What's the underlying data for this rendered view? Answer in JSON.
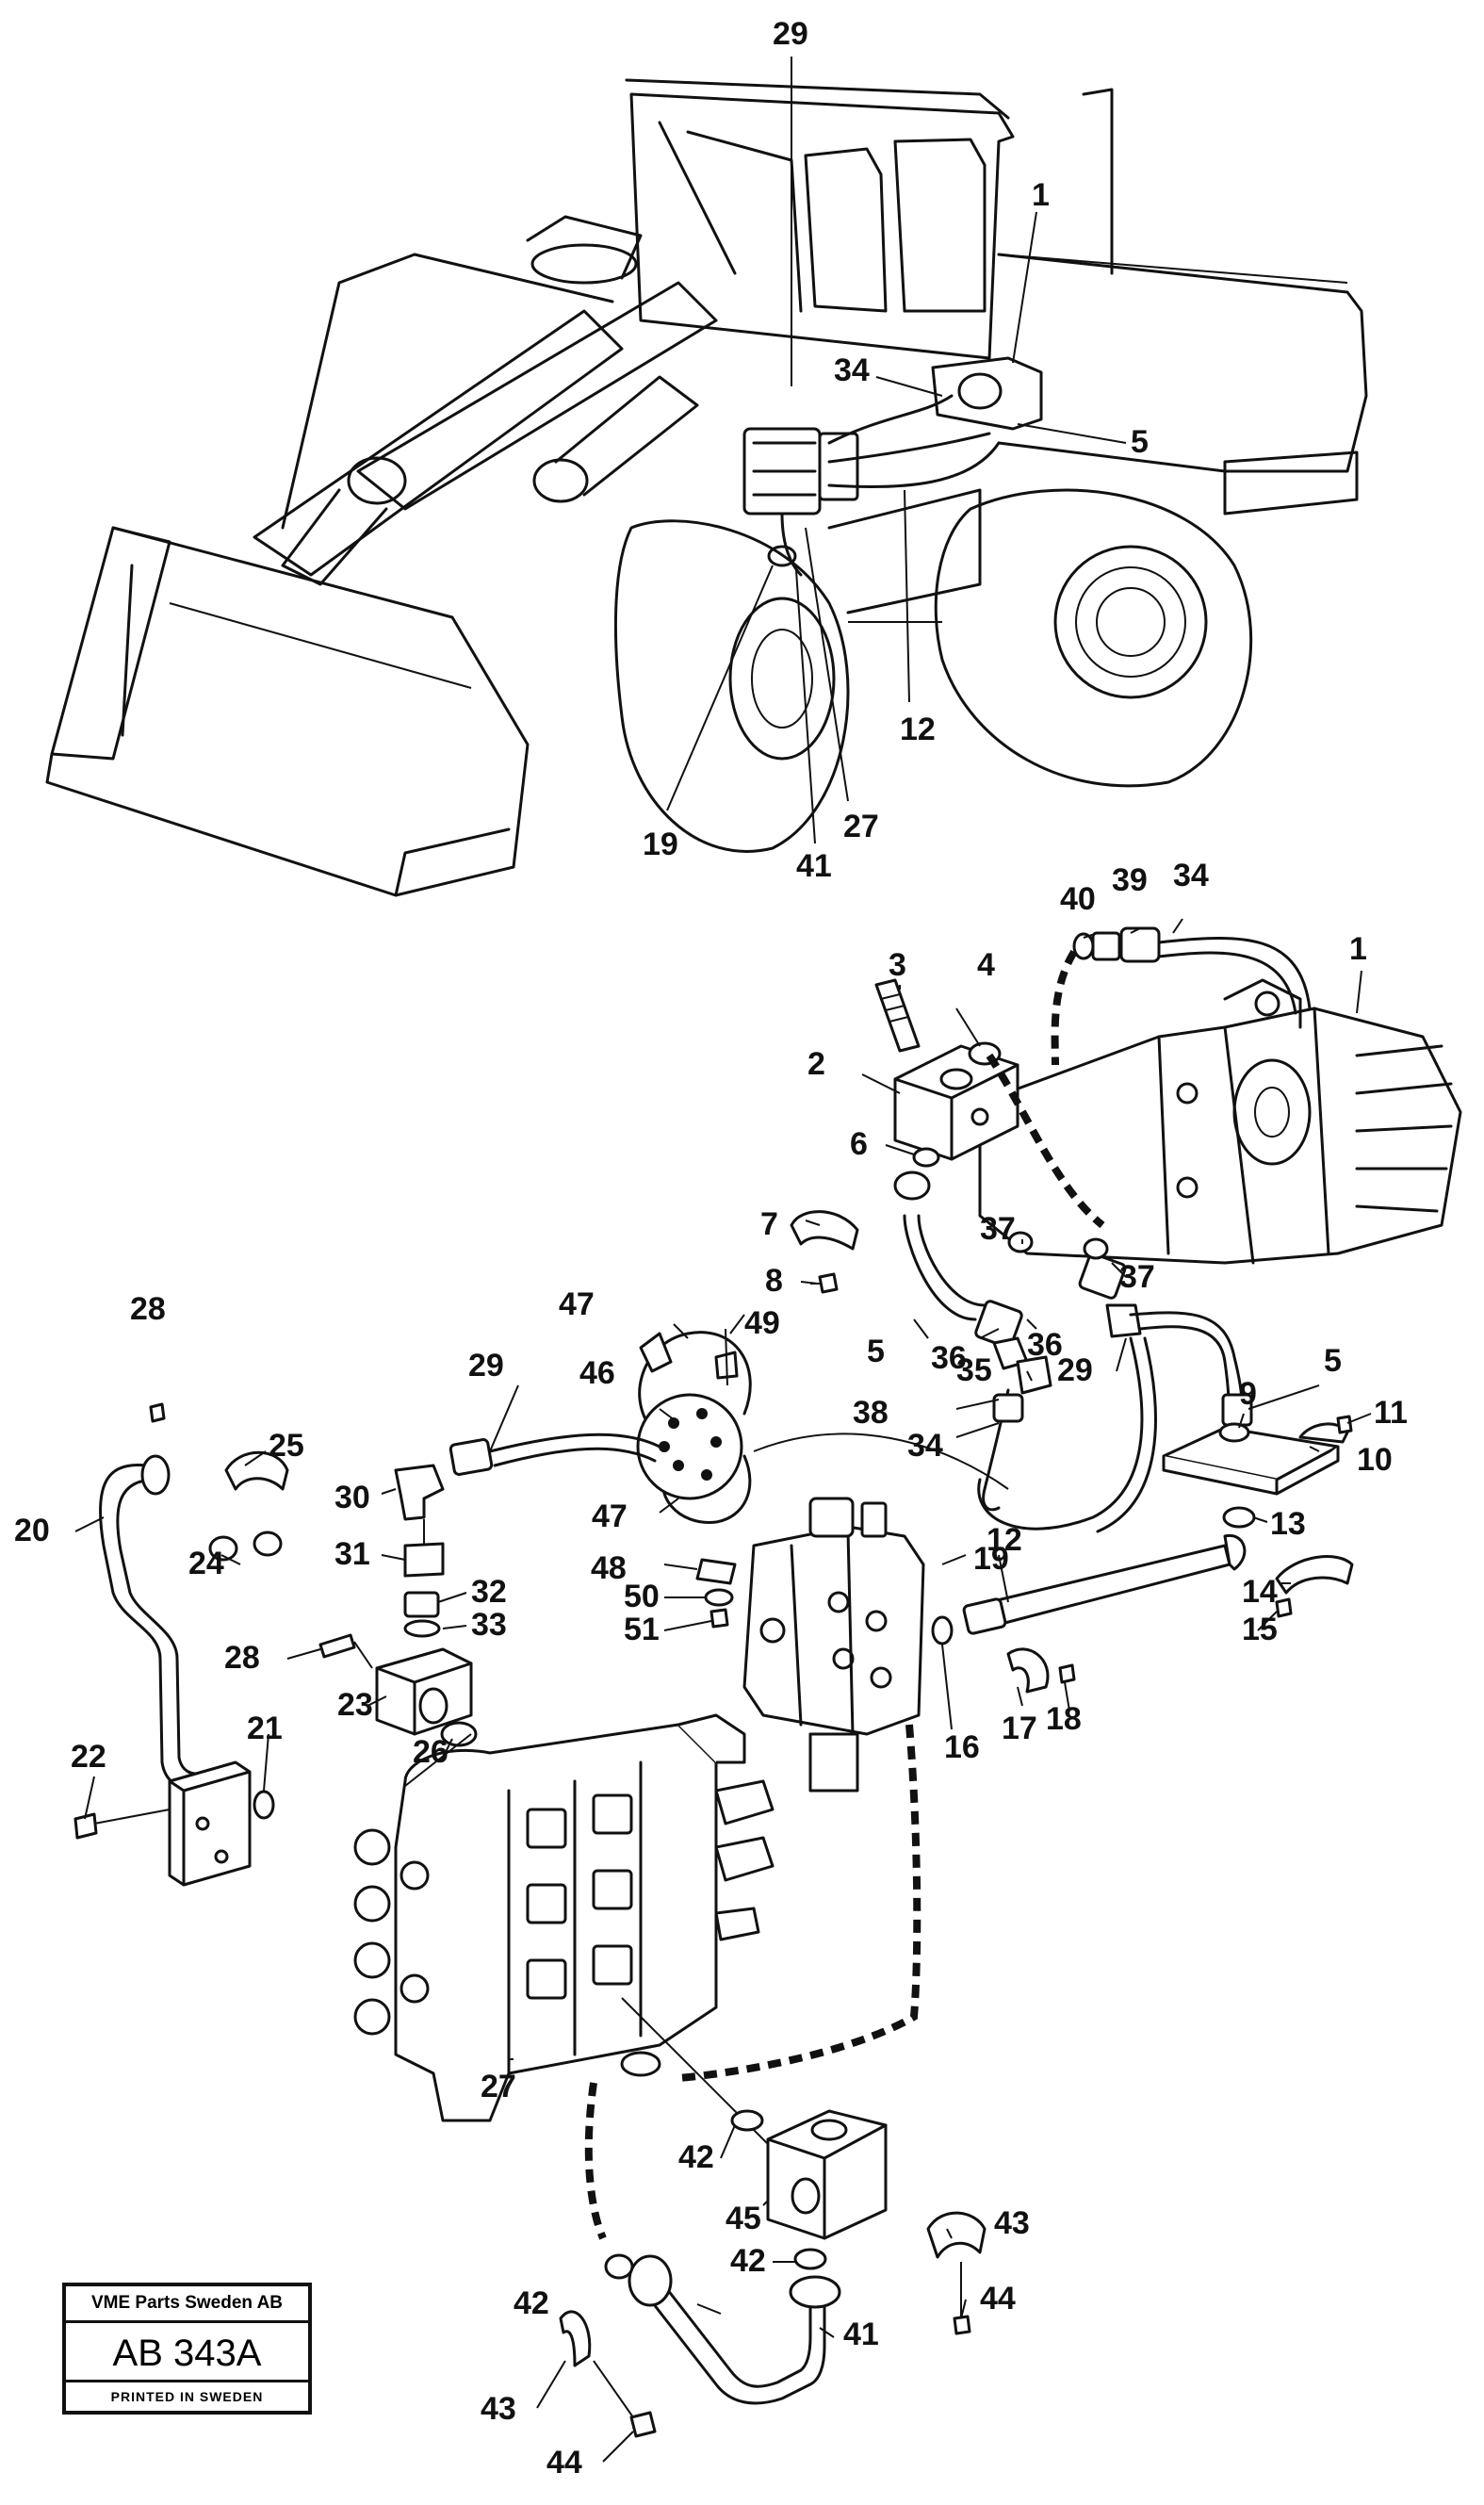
{
  "stamp": {
    "company": "VME Parts Sweden AB",
    "code": "AB 343A",
    "printed": "PRINTED IN SWEDEN"
  },
  "callouts": [
    {
      "id": "c29a",
      "text": "29"
    },
    {
      "id": "c1a",
      "text": "1"
    },
    {
      "id": "c34a",
      "text": "34"
    },
    {
      "id": "c5a",
      "text": "5"
    },
    {
      "id": "c12a",
      "text": "12"
    },
    {
      "id": "c19a",
      "text": "19"
    },
    {
      "id": "c27a",
      "text": "27"
    },
    {
      "id": "c41a",
      "text": "41"
    },
    {
      "id": "c40",
      "text": "40"
    },
    {
      "id": "c39",
      "text": "39"
    },
    {
      "id": "c34b",
      "text": "34"
    },
    {
      "id": "c1b",
      "text": "1"
    },
    {
      "id": "c3",
      "text": "3"
    },
    {
      "id": "c4",
      "text": "4"
    },
    {
      "id": "c2",
      "text": "2"
    },
    {
      "id": "c6",
      "text": "6"
    },
    {
      "id": "c7",
      "text": "7"
    },
    {
      "id": "c37a",
      "text": "37"
    },
    {
      "id": "c37b",
      "text": "37"
    },
    {
      "id": "c8",
      "text": "8"
    },
    {
      "id": "c5b",
      "text": "5"
    },
    {
      "id": "c36a",
      "text": "36"
    },
    {
      "id": "c36b",
      "text": "36"
    },
    {
      "id": "c47a",
      "text": "47"
    },
    {
      "id": "c49",
      "text": "49"
    },
    {
      "id": "c28a",
      "text": "28"
    },
    {
      "id": "c29b",
      "text": "29"
    },
    {
      "id": "c35",
      "text": "35"
    },
    {
      "id": "c29c",
      "text": "29"
    },
    {
      "id": "c5c",
      "text": "5"
    },
    {
      "id": "c46",
      "text": "46"
    },
    {
      "id": "c38",
      "text": "38"
    },
    {
      "id": "c9",
      "text": "9"
    },
    {
      "id": "c11",
      "text": "11"
    },
    {
      "id": "c25",
      "text": "25"
    },
    {
      "id": "c34c",
      "text": "34"
    },
    {
      "id": "c10",
      "text": "10"
    },
    {
      "id": "c30",
      "text": "30"
    },
    {
      "id": "c20",
      "text": "20"
    },
    {
      "id": "c13",
      "text": "13"
    },
    {
      "id": "c47b",
      "text": "47"
    },
    {
      "id": "c24",
      "text": "24"
    },
    {
      "id": "c31",
      "text": "31"
    },
    {
      "id": "c48",
      "text": "48"
    },
    {
      "id": "c19b",
      "text": "19"
    },
    {
      "id": "c12b",
      "text": "12"
    },
    {
      "id": "c32",
      "text": "32"
    },
    {
      "id": "c14",
      "text": "14"
    },
    {
      "id": "c50",
      "text": "50"
    },
    {
      "id": "c33",
      "text": "33"
    },
    {
      "id": "c51",
      "text": "51"
    },
    {
      "id": "c15",
      "text": "15"
    },
    {
      "id": "c28b",
      "text": "28"
    },
    {
      "id": "c23",
      "text": "23"
    },
    {
      "id": "c21",
      "text": "21"
    },
    {
      "id": "c17",
      "text": "17"
    },
    {
      "id": "c18",
      "text": "18"
    },
    {
      "id": "c16",
      "text": "16"
    },
    {
      "id": "c22",
      "text": "22"
    },
    {
      "id": "c26",
      "text": "26"
    },
    {
      "id": "c27b",
      "text": "27"
    },
    {
      "id": "c42a",
      "text": "42"
    },
    {
      "id": "c43a",
      "text": "43"
    },
    {
      "id": "c45",
      "text": "45"
    },
    {
      "id": "c42b",
      "text": "42"
    },
    {
      "id": "c44a",
      "text": "44"
    },
    {
      "id": "c42c",
      "text": "42"
    },
    {
      "id": "c41b",
      "text": "41"
    },
    {
      "id": "c43b",
      "text": "43"
    },
    {
      "id": "c44b",
      "text": "44"
    }
  ]
}
